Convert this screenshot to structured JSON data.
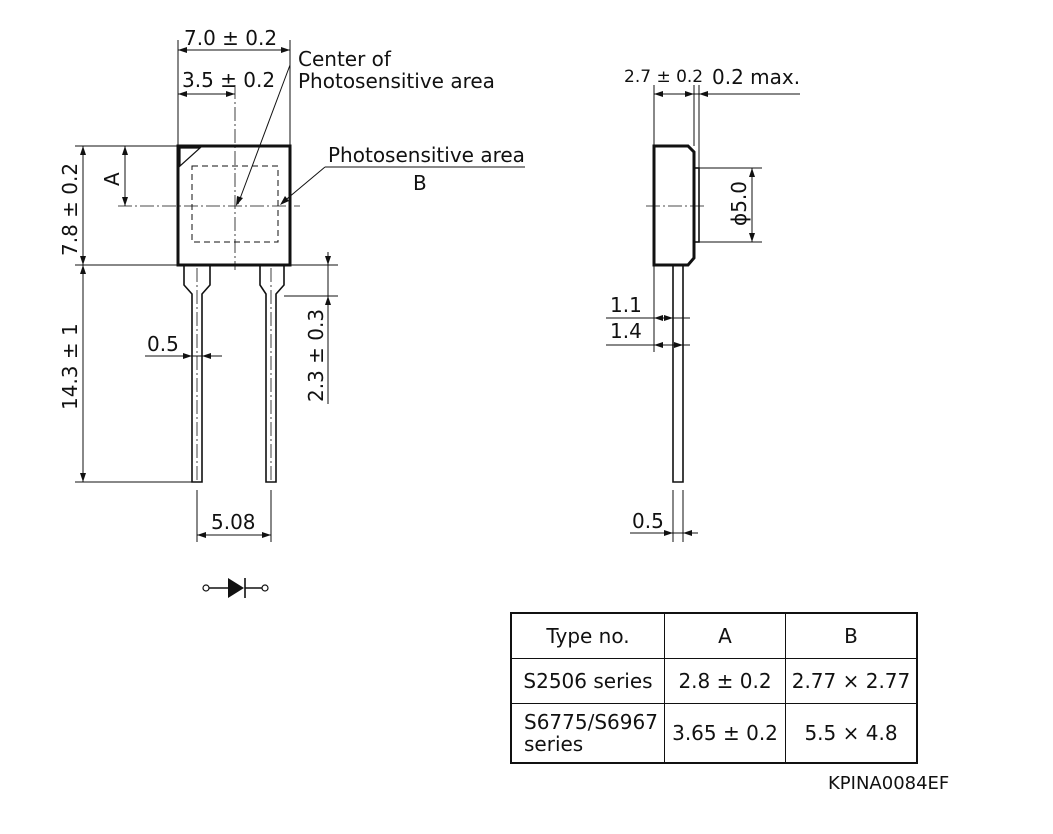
{
  "front_view": {
    "width_dim": "7.0 ± 0.2",
    "half_width_dim": "3.5 ± 0.2",
    "center_label_line1": "Center of",
    "center_label_line2": "Photosensitive area",
    "area_label": "Photosensitive area",
    "area_label_b": "B",
    "dim_a": "A",
    "height_dim": "7.8 ± 0.2",
    "lead_length_dim": "14.3 ± 1",
    "lead_width_dim": "0.5",
    "lead_kink_dim": "2.3 ± 0.3",
    "lead_pitch_dim": "5.08"
  },
  "side_view": {
    "thickness_dim": "2.7 ± 0.2",
    "window_dim": "0.2 max.",
    "window_dia_dim": "ϕ5.0",
    "lead_offset_1": "1.1",
    "lead_offset_2": "1.4",
    "lead_width_dim": "0.5"
  },
  "table": {
    "headers": [
      "Type no.",
      "A",
      "B"
    ],
    "rows": [
      {
        "type": "S2506 series",
        "a": "2.8 ± 0.2",
        "b": "2.77 × 2.77"
      },
      {
        "type_line1": "S6775/S6967",
        "type_line2": "series",
        "a": "3.65 ± 0.2",
        "b": "5.5 × 4.8"
      }
    ]
  },
  "drawing_code": "KPINA0084EF"
}
